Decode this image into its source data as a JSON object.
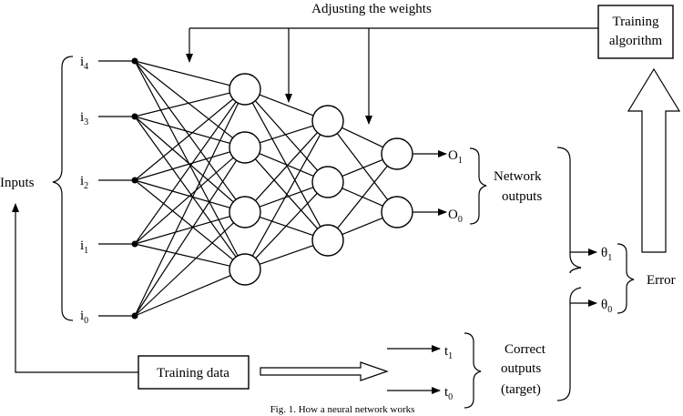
{
  "title": "Adjusting the weights",
  "caption": "Fig. 1. How a neural network works",
  "training_algorithm": [
    "Training",
    "algorithm"
  ],
  "inputs_label": "Inputs",
  "inputs": [
    {
      "base": "i",
      "sub": "4"
    },
    {
      "base": "i",
      "sub": "3"
    },
    {
      "base": "i",
      "sub": "2"
    },
    {
      "base": "i",
      "sub": "1"
    },
    {
      "base": "i",
      "sub": "0"
    }
  ],
  "outputs": [
    {
      "base": "O",
      "sub": "1"
    },
    {
      "base": "O",
      "sub": "0"
    }
  ],
  "network_outputs": [
    "Network",
    "outputs"
  ],
  "thetas": [
    {
      "base": "θ",
      "sub": "1"
    },
    {
      "base": "θ",
      "sub": "0"
    }
  ],
  "error": "Error",
  "training_data": "Training data",
  "targets": [
    {
      "base": "t",
      "sub": "1"
    },
    {
      "base": "t",
      "sub": "0"
    }
  ],
  "correct_outputs": [
    "Correct",
    "outputs",
    "(target)"
  ]
}
